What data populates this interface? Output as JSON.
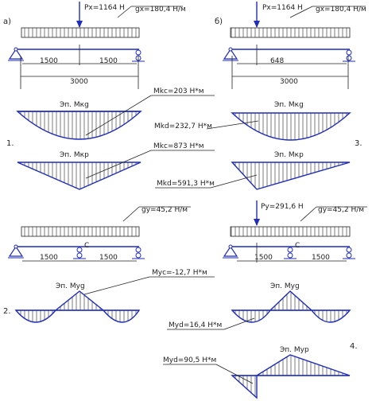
{
  "labels": {
    "a": "а)",
    "b": "б)",
    "n1": "1.",
    "n2": "2.",
    "n3": "3.",
    "n4": "4."
  },
  "top": {
    "px": "Px=1164 Н",
    "gx": "gx=180,4 Н/м",
    "span_left": "1500",
    "span_right": "1500",
    "span_b_left": "648",
    "total": "3000",
    "total_b": "3000"
  },
  "moments": {
    "ep_mkg": "Эп. Mкg",
    "ep_mkp": "Эп. Mкp",
    "ep_mkg_b": "Эп. Mкg",
    "ep_mkp_b": "Эп. Mкp",
    "mkc": "Mkc=203 Н*м",
    "mkd": "Mkd=232,7 Н*м",
    "mkc_p": "Mkc=873 Н*м",
    "mkd_p": "Mkd=591,3 Н*м"
  },
  "middle": {
    "gy": "gy=45,2 Н/м",
    "gy_b": "gy=45,2 Н/м",
    "py": "Py=291,6 Н",
    "c": "C",
    "c_b": "C",
    "span_left": "1500",
    "span_right": "1500",
    "span_b_left": "1500",
    "span_b_right": "1500"
  },
  "bottom": {
    "ep_myg": "Эп. Myg",
    "ep_myg_b": "Эп. Myg",
    "ep_myp": "Эп. Myp",
    "myc": "Myc=-12,7 Н*м",
    "myd": "Myd=16,4 Н*м",
    "myd_p": "Myd=90,5 Н*м"
  },
  "colors": {
    "accent": "#1f2db8",
    "ink": "#222222"
  }
}
